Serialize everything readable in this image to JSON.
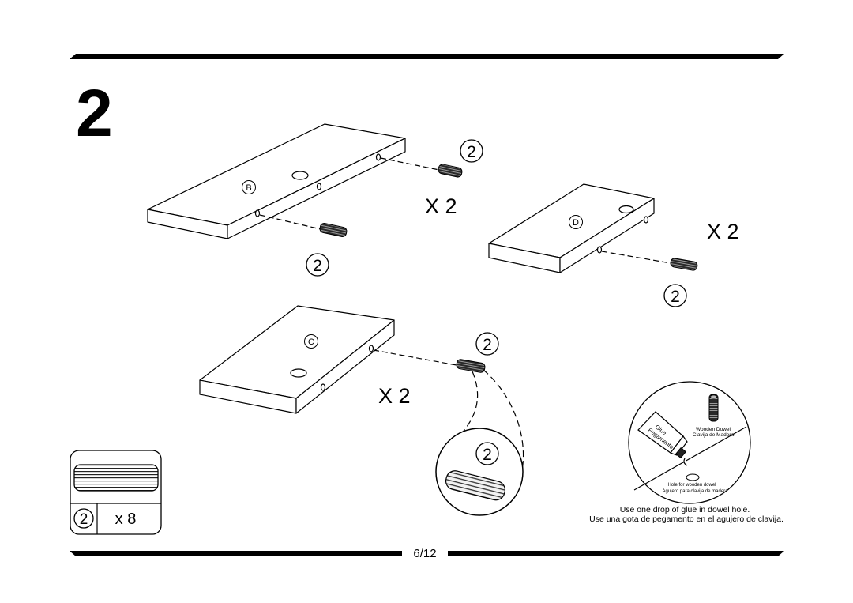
{
  "step": {
    "number": "2"
  },
  "parts": {
    "board_b": {
      "label": "B",
      "dowel_ref": "2",
      "multiplier": "X 2"
    },
    "board_d": {
      "label": "D",
      "dowel_ref": "2",
      "multiplier": "X 2"
    },
    "board_c": {
      "label": "C",
      "dowel_ref": "2",
      "multiplier": "X 2"
    }
  },
  "zoom_callout": {
    "dowel_ref": "2"
  },
  "hardware_box": {
    "part_ref": "2",
    "quantity": "x 8"
  },
  "glue_detail": {
    "glue_label_en": "Glue",
    "glue_label_es": "Pegamento",
    "dowel_label_en": "Wooden Dowel",
    "dowel_label_es": "Clavija de Madera",
    "hole_label_en": "Hole for wooden dowel",
    "hole_label_es": "Agujero para clavija de madera",
    "instruction_en": "Use one drop of glue in dowel hole.",
    "instruction_es": "Use una gota de pegamento en el agujero de clavija."
  },
  "footer": {
    "page": "6/12"
  },
  "colors": {
    "ink": "#000000",
    "paper": "#ffffff"
  },
  "icons": [
    "wooden-dowel-icon",
    "glue-tube-icon",
    "circled-number-icon"
  ]
}
